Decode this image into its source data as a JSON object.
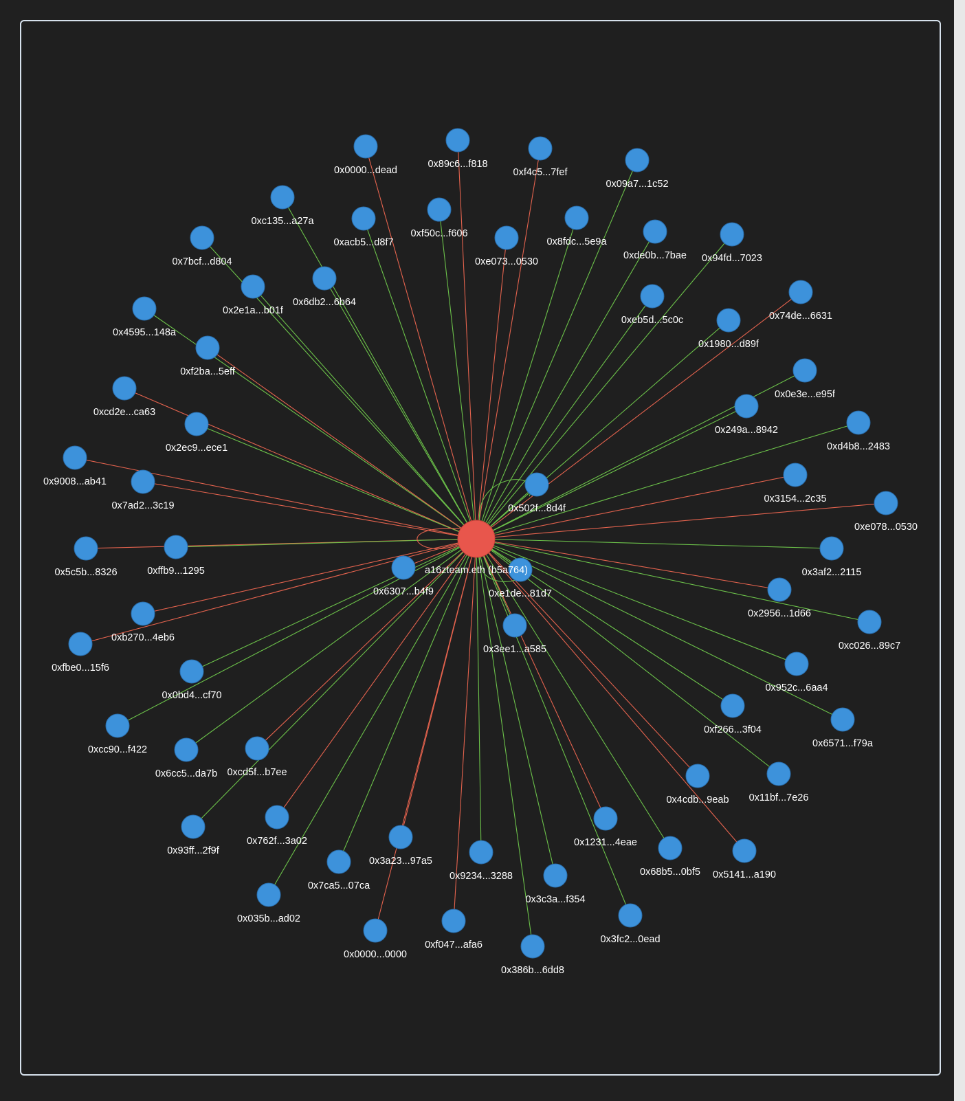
{
  "graph": {
    "center": {
      "label": "a16zteam.eth (b5a764)",
      "color": "#e8564c"
    },
    "node_color": "#3d92db",
    "edge_colors": {
      "green": "#6cc24a",
      "red": "#e5634e"
    },
    "nodes": [
      {
        "label": "0x0000...dead",
        "edge": "red"
      },
      {
        "label": "0x89c6...f818",
        "edge": "red"
      },
      {
        "label": "0xf4c5...7fef",
        "edge": "red"
      },
      {
        "label": "0x09a7...1c52",
        "edge": "green"
      },
      {
        "label": "0xc135...a27a",
        "edge": "green"
      },
      {
        "label": "0xacb5...d8f7",
        "edge": "green"
      },
      {
        "label": "0xf50c...f606",
        "edge": "green"
      },
      {
        "label": "0xe073...0530",
        "edge": "red"
      },
      {
        "label": "0x8fdc...5e9a",
        "edge": "green"
      },
      {
        "label": "0xde0b...7bae",
        "edge": "green"
      },
      {
        "label": "0x94fd...7023",
        "edge": "green"
      },
      {
        "label": "0x7bcf...d804",
        "edge": "green"
      },
      {
        "label": "0x2e1a...b01f",
        "edge": "green"
      },
      {
        "label": "0x6db2...6b64",
        "edge": "green"
      },
      {
        "label": "0xeb5d...5c0c",
        "edge": "green"
      },
      {
        "label": "0x1980...d89f",
        "edge": "green"
      },
      {
        "label": "0x74de...6631",
        "edge": "red"
      },
      {
        "label": "0x4595...148a",
        "edge": "green"
      },
      {
        "label": "0xf2ba...5eff",
        "edge": "red"
      },
      {
        "label": "0x0e3e...e95f",
        "edge": "green"
      },
      {
        "label": "0x249a...8942",
        "edge": "green"
      },
      {
        "label": "0xcd2e...ca63",
        "edge": "red"
      },
      {
        "label": "0x2ec9...ece1",
        "edge": "green"
      },
      {
        "label": "0xd4b8...2483",
        "edge": "green"
      },
      {
        "label": "0x9008...ab41",
        "edge": "red"
      },
      {
        "label": "0x7ad2...3c19",
        "edge": "red"
      },
      {
        "label": "0x502f...8d4f",
        "edge": "green"
      },
      {
        "label": "0x3154...2c35",
        "edge": "red"
      },
      {
        "label": "0xe078...0530",
        "edge": "red"
      },
      {
        "label": "0x5c5b...8326",
        "edge": "red"
      },
      {
        "label": "0xffb9...1295",
        "edge": "green"
      },
      {
        "label": "0x3af2...2115",
        "edge": "green"
      },
      {
        "label": "0x6307...b4f9",
        "edge": "red"
      },
      {
        "label": "0xe1de...81d7",
        "edge": "green"
      },
      {
        "label": "0x2956...1d66",
        "edge": "red"
      },
      {
        "label": "0xc026...89c7",
        "edge": "green"
      },
      {
        "label": "0xb270...4eb6",
        "edge": "red"
      },
      {
        "label": "0xfbe0...15f6",
        "edge": "red"
      },
      {
        "label": "0x3ee1...a585",
        "edge": "green"
      },
      {
        "label": "0x952c...6aa4",
        "edge": "green"
      },
      {
        "label": "0x0bd4...cf70",
        "edge": "green"
      },
      {
        "label": "0xf266...3f04",
        "edge": "green"
      },
      {
        "label": "0x6571...f79a",
        "edge": "green"
      },
      {
        "label": "0xcc90...f422",
        "edge": "green"
      },
      {
        "label": "0x6cc5...da7b",
        "edge": "green"
      },
      {
        "label": "0xcd5f...b7ee",
        "edge": "red"
      },
      {
        "label": "0x4cdb...9eab",
        "edge": "red"
      },
      {
        "label": "0x11bf...7e26",
        "edge": "green"
      },
      {
        "label": "0x93ff...2f9f",
        "edge": "green"
      },
      {
        "label": "0x762f...3a02",
        "edge": "red"
      },
      {
        "label": "0x1231...4eae",
        "edge": "red"
      },
      {
        "label": "0x3a23...97a5",
        "edge": "red"
      },
      {
        "label": "0x68b5...0bf5",
        "edge": "green"
      },
      {
        "label": "0x5141...a190",
        "edge": "red"
      },
      {
        "label": "0x7ca5...07ca",
        "edge": "green"
      },
      {
        "label": "0x9234...3288",
        "edge": "green"
      },
      {
        "label": "0x3c3a...f354",
        "edge": "green"
      },
      {
        "label": "0x035b...ad02",
        "edge": "green"
      },
      {
        "label": "0x3fc2...0ead",
        "edge": "green"
      },
      {
        "label": "0xf047...afa6",
        "edge": "red"
      },
      {
        "label": "0x0000...0000",
        "edge": "red"
      },
      {
        "label": "0x386b...6dd8",
        "edge": "green"
      }
    ]
  }
}
